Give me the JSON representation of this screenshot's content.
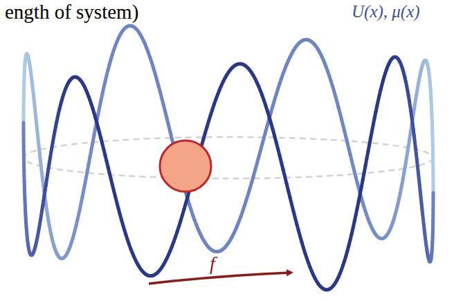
{
  "diagram": {
    "labels": [
      "ength of system)",
      "U(x), μ(x)",
      "f"
    ]
  }
}
